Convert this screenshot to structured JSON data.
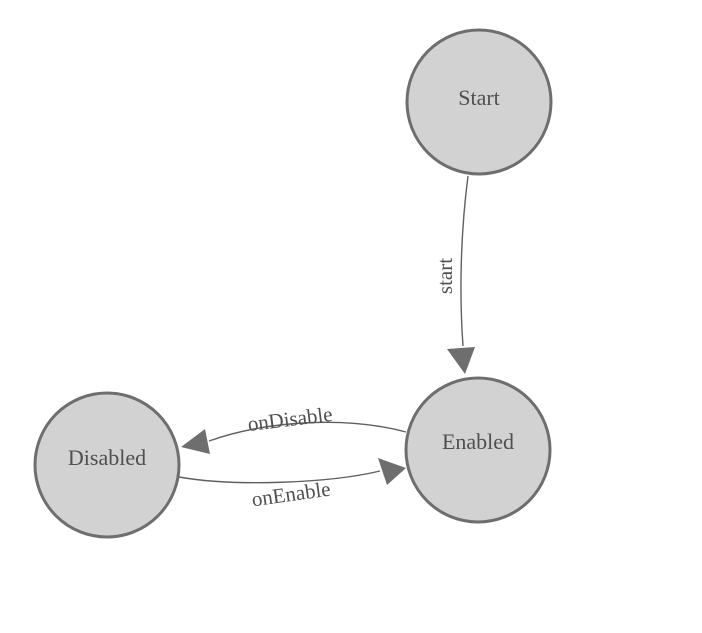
{
  "diagram": {
    "type": "state-machine",
    "background_color": "#ffffff",
    "nodes": [
      {
        "id": "start",
        "label": "Start"
      },
      {
        "id": "enabled",
        "label": "Enabled"
      },
      {
        "id": "disabled",
        "label": "Disabled"
      }
    ],
    "edges": [
      {
        "id": "start-transition",
        "label": "start",
        "from": "Start",
        "to": "Enabled"
      },
      {
        "id": "ondisable-transition",
        "label": "onDisable",
        "from": "Enabled",
        "to": "Disabled"
      },
      {
        "id": "onenable-transition",
        "label": "onEnable",
        "from": "Disabled",
        "to": "Enabled"
      }
    ],
    "colors": {
      "node_fill": "#d2d2d2",
      "node_stroke": "#6e6e6e",
      "edge_line": "#606060",
      "arrowhead": "#6e6e6e",
      "label_text": "#4f4f4f"
    }
  }
}
